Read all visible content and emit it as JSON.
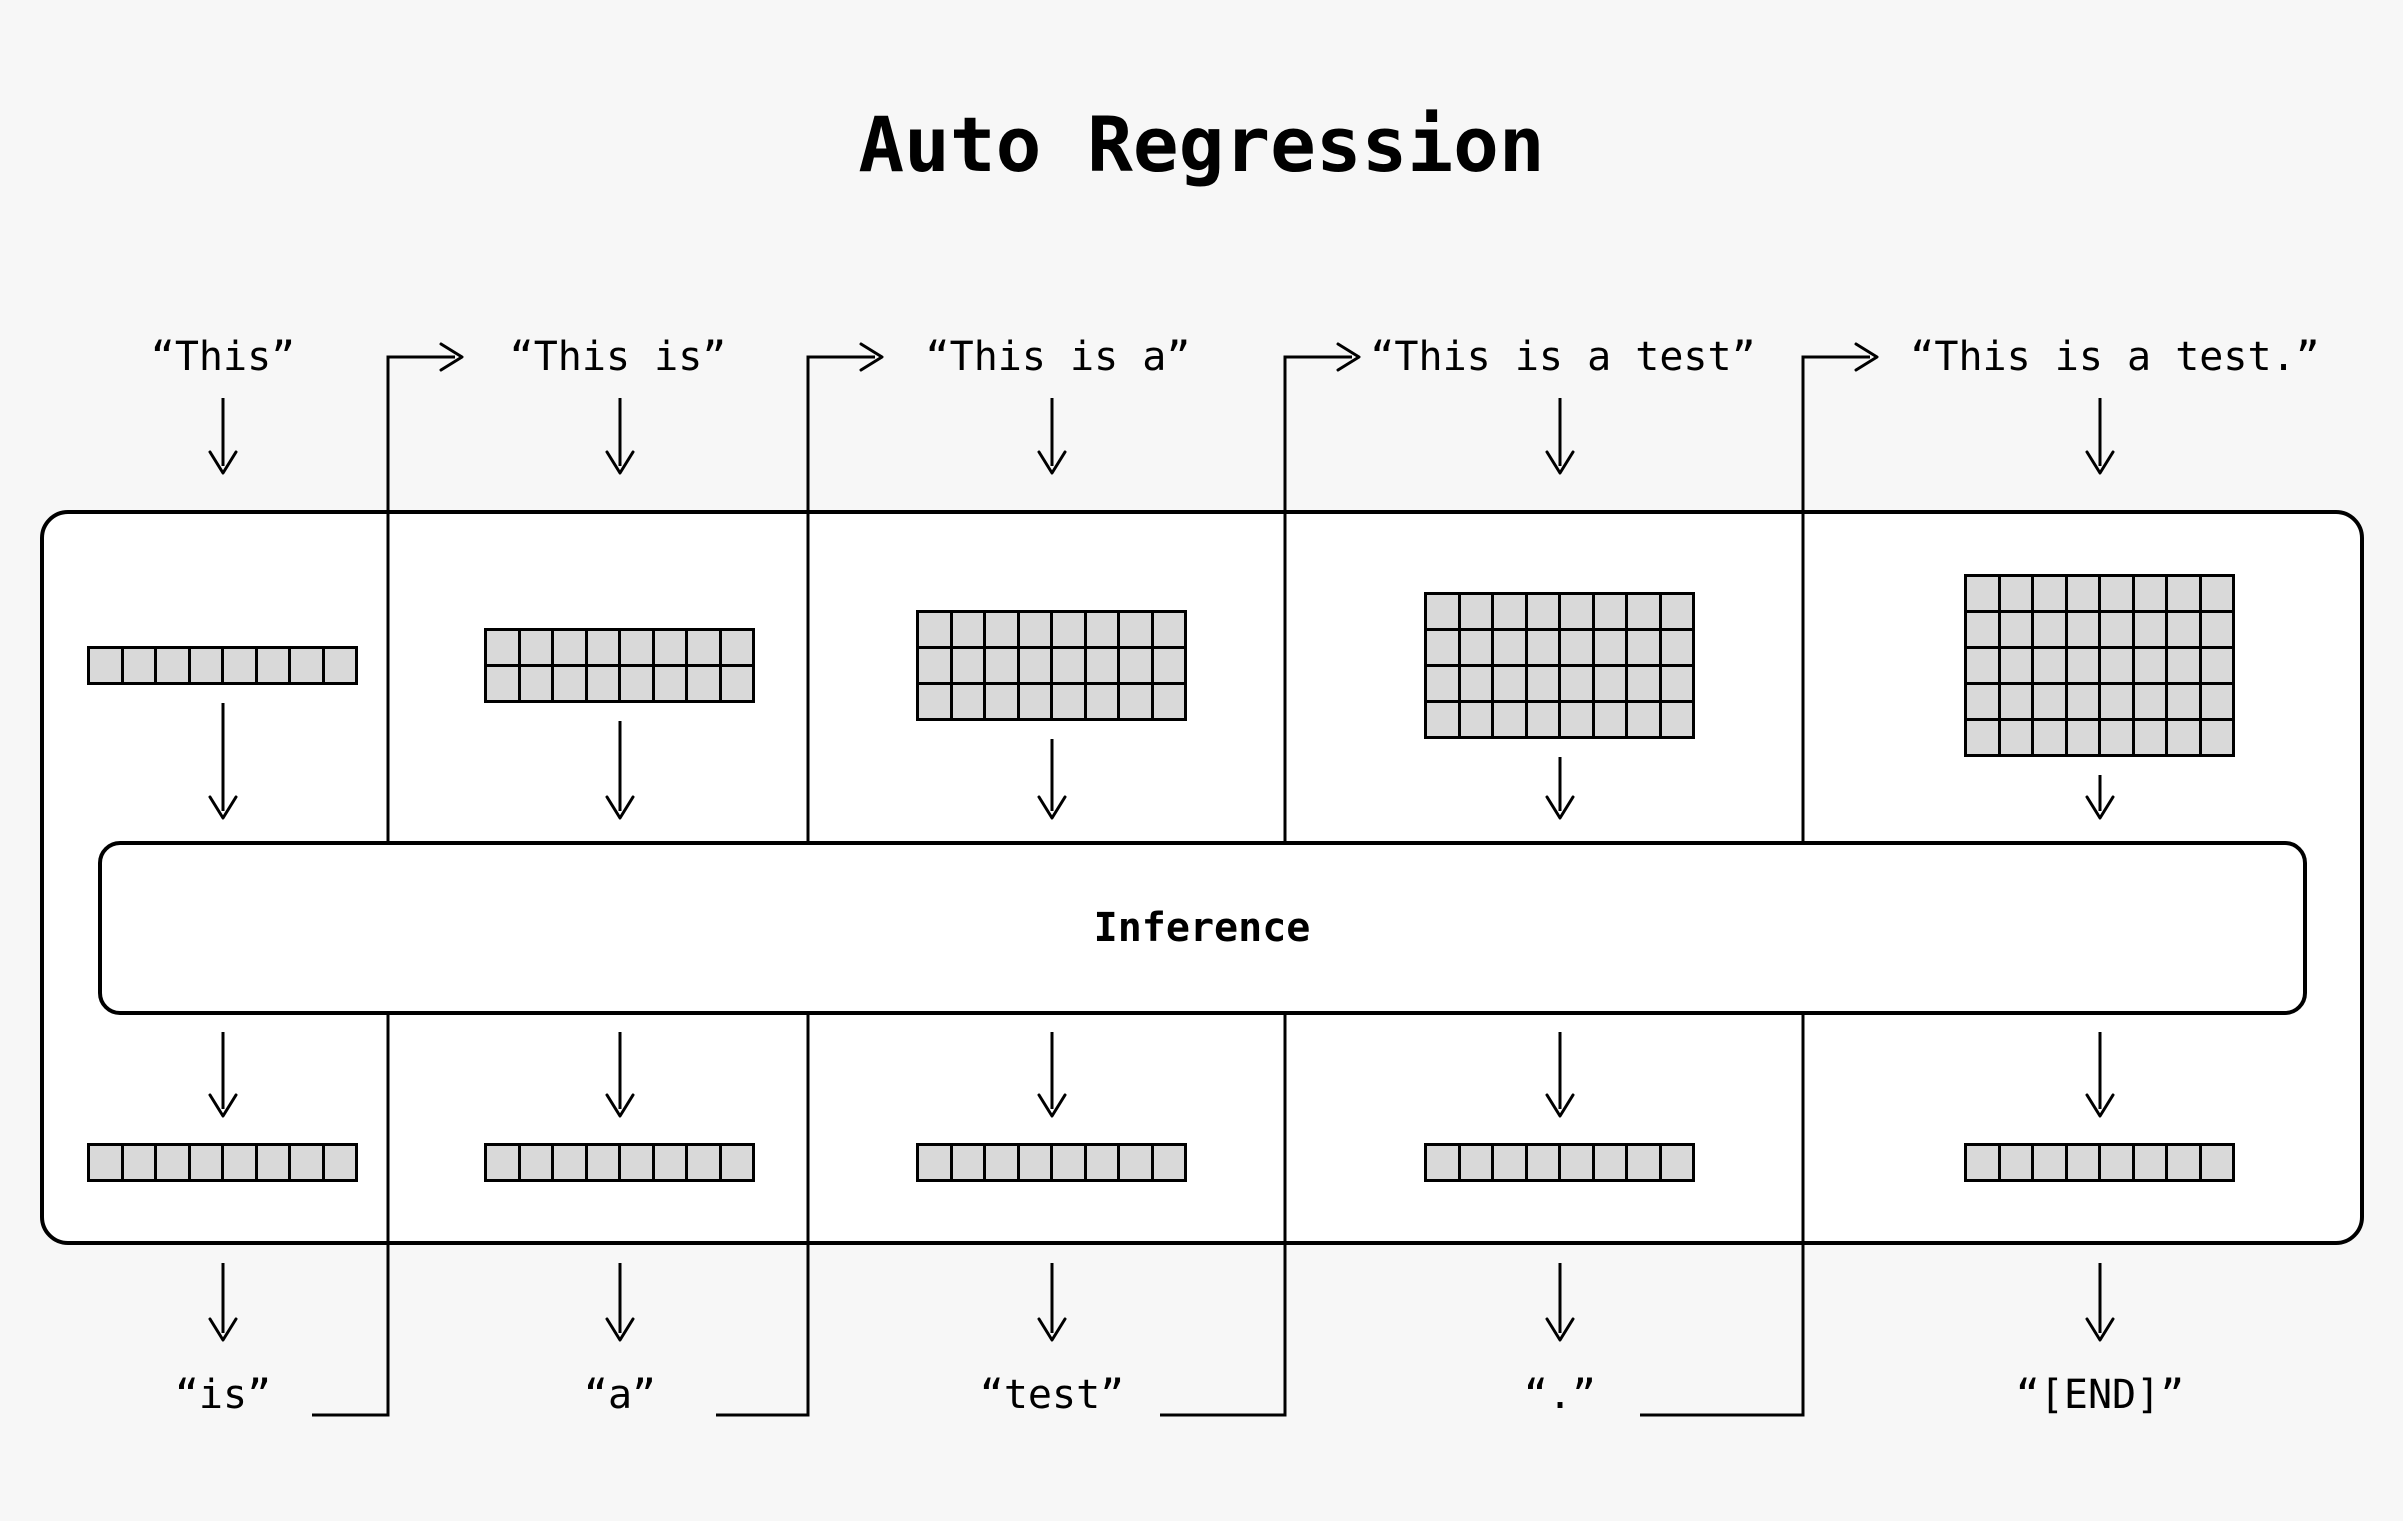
{
  "title": "Auto Regression",
  "inference_box": {
    "label": "Inference"
  },
  "columns": [
    {
      "input_text": "“This”",
      "input_token_rows": 1,
      "grid_cols": 8,
      "output_text": "“is”"
    },
    {
      "input_text": "“This is”",
      "input_token_rows": 2,
      "grid_cols": 8,
      "output_text": "“a”"
    },
    {
      "input_text": "“This is a”",
      "input_token_rows": 3,
      "grid_cols": 8,
      "output_text": "“test”"
    },
    {
      "input_text": "“This is a test”",
      "input_token_rows": 4,
      "grid_cols": 8,
      "output_text": "“.”"
    },
    {
      "input_text": "“This is a test.”",
      "input_token_rows": 5,
      "grid_cols": 8,
      "output_text": "“[END]”"
    }
  ],
  "colors": {
    "background": "#f7f7f7",
    "panel": "#ffffff",
    "line": "#000000",
    "token_cell": "#d9d9d9"
  }
}
